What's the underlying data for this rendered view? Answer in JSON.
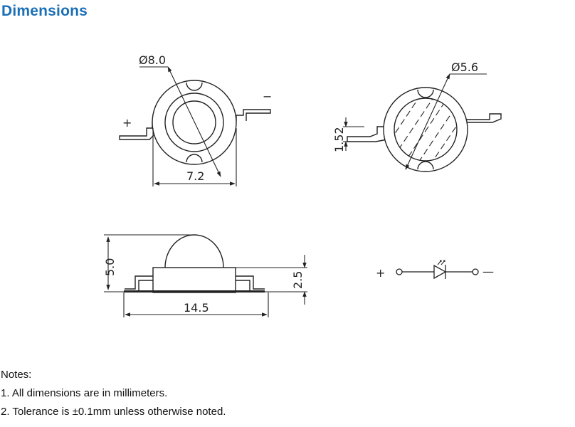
{
  "header": {
    "title": "Dimensions"
  },
  "top_view": {
    "outer_diameter_label": "Ø8.0",
    "body_width_label": "7.2",
    "plus_label": "+",
    "minus_label": "−"
  },
  "bottom_view": {
    "pad_diameter_label": "Ø5.6",
    "lead_height_label": "1.52"
  },
  "side_view": {
    "total_height_label": "5.0",
    "body_height_label": "2.5",
    "total_width_label": "14.5"
  },
  "schematic": {
    "plus_label": "+",
    "minus_label": "—"
  },
  "notes": {
    "heading": "Notes:",
    "items": [
      "1. All dimensions are in millimeters.",
      "2. Tolerance is ±0.1mm unless otherwise noted."
    ]
  },
  "colors": {
    "title": "#1a6fb5",
    "line": "#222222"
  }
}
